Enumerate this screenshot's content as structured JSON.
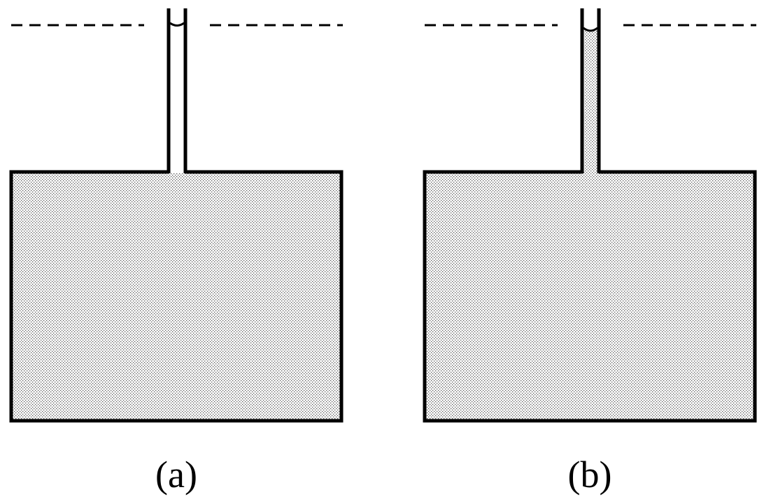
{
  "panels": [
    {
      "id": "a",
      "label": "(a)",
      "tube_liquid_fill": 0.0
    },
    {
      "id": "b",
      "label": "(b)",
      "tube_liquid_fill": 1.0
    }
  ],
  "colors": {
    "outline": "#000000",
    "liquid_dots": "#555555",
    "background": "#ffffff"
  }
}
